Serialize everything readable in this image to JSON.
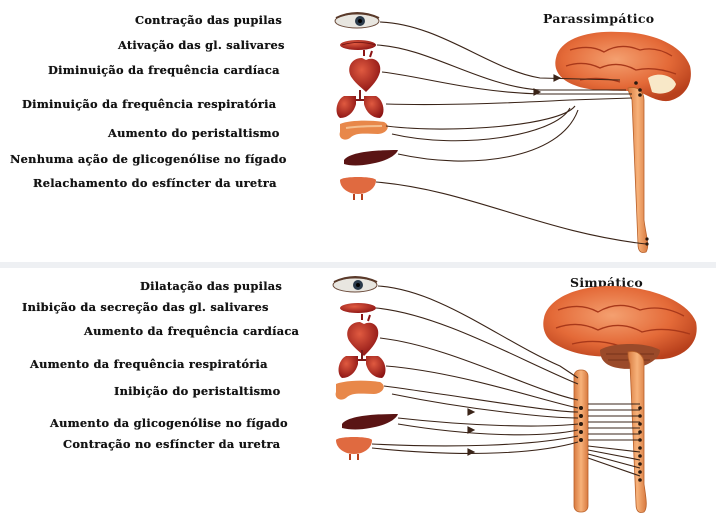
{
  "parasympathetic": {
    "title": "Parassimpático",
    "labels": [
      "Contração das pupilas",
      "Ativação das gl. salivares",
      "Diminuição da frequência cardíaca",
      "Diminuição da frequência respiratória",
      "Aumento do peristaltismo",
      "Nenhuma ação de glicogenólise no fígado",
      "Relachamento do esfíncter da uretra"
    ]
  },
  "sympathetic": {
    "title": "Simpático",
    "labels": [
      "Dilatação das pupilas",
      "Inibição da secreção das gl. salivares",
      "Aumento da frequência cardíaca",
      "Aumento da frequência respiratória",
      "Inibição do peristaltismo",
      "Aumento da glicogenólise no fígado",
      "Contração no esfíncter da uretra"
    ]
  },
  "organs": [
    "eye-icon",
    "salivary-gland-icon",
    "heart-icon",
    "lungs-icon",
    "stomach-icon",
    "liver-icon",
    "bladder-icon"
  ],
  "colors": {
    "brain": "#e8703c",
    "brain_dark": "#b8401c",
    "spinal_cord": "#f0a060",
    "organ": "#b02020",
    "nerve": "#3a2418"
  }
}
